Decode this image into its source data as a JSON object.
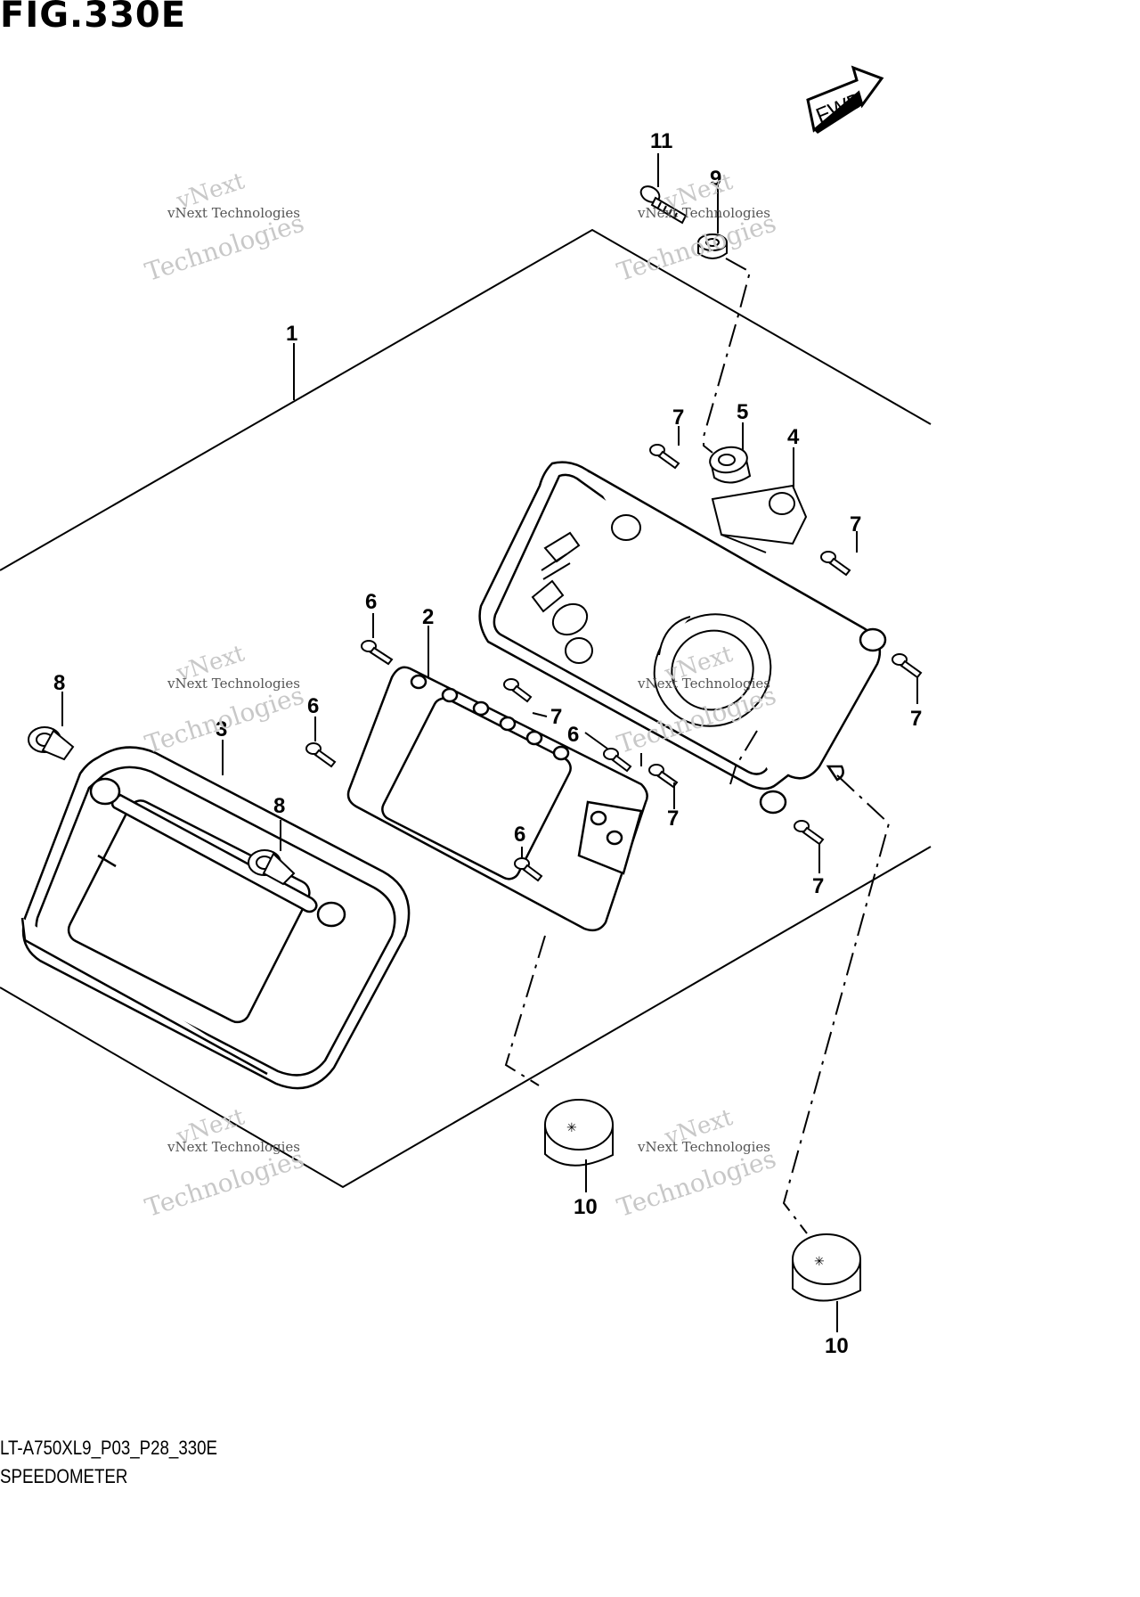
{
  "figure": {
    "title": "FIG.330E",
    "model_code": "LT-A750XL9_P03_P28_330E",
    "name": "SPEEDOMETER",
    "direction_label": "FWD"
  },
  "watermark": {
    "line1": "vNext",
    "line2": "Technologies",
    "small": "vNext Technologies"
  },
  "callouts": [
    {
      "id": "c11",
      "label": "11"
    },
    {
      "id": "c9",
      "label": "9"
    },
    {
      "id": "c1",
      "label": "1"
    },
    {
      "id": "c5",
      "label": "5"
    },
    {
      "id": "c4",
      "label": "4"
    },
    {
      "id": "c7a",
      "label": "7"
    },
    {
      "id": "c7b",
      "label": "7"
    },
    {
      "id": "c6a",
      "label": "6"
    },
    {
      "id": "c2",
      "label": "2"
    },
    {
      "id": "c8a",
      "label": "8"
    },
    {
      "id": "c6b",
      "label": "6"
    },
    {
      "id": "c3",
      "label": "3"
    },
    {
      "id": "c7c",
      "label": "7"
    },
    {
      "id": "c6c",
      "label": "6"
    },
    {
      "id": "c7d",
      "label": "7"
    },
    {
      "id": "c7e",
      "label": "7"
    },
    {
      "id": "c8b",
      "label": "8"
    },
    {
      "id": "c6d",
      "label": "6"
    },
    {
      "id": "c7f",
      "label": "7"
    },
    {
      "id": "c10a",
      "label": "10"
    },
    {
      "id": "c10b",
      "label": "10"
    }
  ]
}
